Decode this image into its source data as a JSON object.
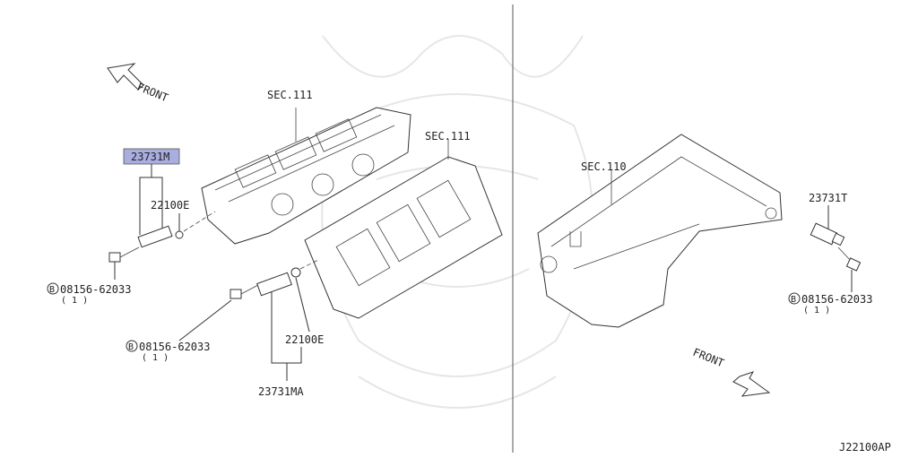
{
  "section_refs": {
    "head_left": "SEC.111",
    "head_right": "SEC.111",
    "oil_pan": "SEC.110"
  },
  "parts": {
    "cam_sensor_highlighted": "23731M",
    "oring_upper": "22100E",
    "bolt_left_upper": "08156-62033",
    "bolt_left_upper_qty": "( 1 )",
    "bolt_left_lower": "08156-62033",
    "bolt_left_lower_qty": "( 1 )",
    "oring_lower": "22100E",
    "cam_sensor_lower": "23731MA",
    "crank_sensor": "23731T",
    "bolt_right": "08156-62033",
    "bolt_right_qty": "( 1 )",
    "bolt_prefix": "B"
  },
  "direction": {
    "front_top": "FRONT",
    "front_bottom": "FRONT"
  },
  "diagram_code": "J22100AP",
  "colors": {
    "highlight": "#a9aee0",
    "line": "#333333"
  }
}
